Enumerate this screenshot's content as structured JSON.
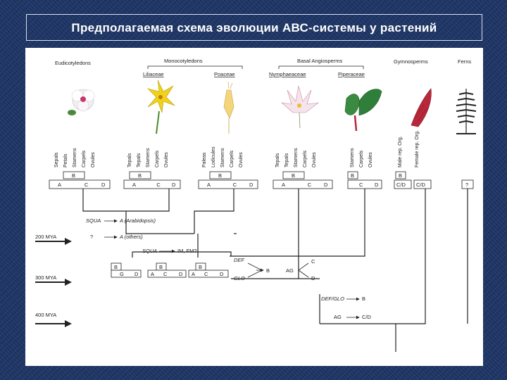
{
  "title": "Предполагаемая схема эволюции АВС-системы у растений",
  "groups": {
    "eudicots": "Eudicotyledons",
    "monocots": "Monocotyledons",
    "liliaceae": "Liliaceae",
    "poaceae": "Poaceae",
    "basal": "Basal Angiosperms",
    "nymphaeaceae": "Nymphaeaceae",
    "piperaceae": "Piperaceae",
    "gymnosperms": "Gymnosperms",
    "ferns": "Ferns"
  },
  "organs": {
    "eudicots": [
      "Sepals",
      "Petals",
      "Stamens",
      "Carpels",
      "Ovules"
    ],
    "liliaceae": [
      "Tepals",
      "Tepals",
      "Stamens",
      "Carpels",
      "Ovules"
    ],
    "poaceae": [
      "Paleas",
      "Lodicules",
      "Stamens",
      "Carpels",
      "Ovules"
    ],
    "nymphaeaceae": [
      "Tepals",
      "Tepals",
      "Stamens",
      "Carpels",
      "Ovules"
    ],
    "piperaceae": [
      "Stamens",
      "Carpels",
      "Ovules"
    ],
    "gymnosperms": [
      "Male rep. Org.",
      "Female rep. Org."
    ]
  },
  "boxes": {
    "B": "B",
    "A": "A",
    "C": "C",
    "D": "D",
    "G": "G",
    "CD": "C/D",
    "Q": "?"
  },
  "time": {
    "t200": "200 MYA",
    "t300": "300 MYA",
    "t400": "400 MYA"
  },
  "annotations": {
    "squa1": "SQUA",
    "squa1_target": "A (Arabidopsis)",
    "q_mark": "?",
    "q_target": "A (others)",
    "squa2": "SQUA",
    "squa2_target": "IM, FM?",
    "def": "DEF",
    "glo": "GLO",
    "b_out": "B",
    "ag": "AG",
    "c_out": "C",
    "d_out": "D",
    "defglo": "DEF/GLO",
    "defglo_target": "B",
    "ag2": "AG",
    "ag2_target": "C/D"
  },
  "colors": {
    "background": "#1d3566",
    "panel": "#ffffff",
    "title_text": "#ffffff",
    "line": "#222222"
  }
}
